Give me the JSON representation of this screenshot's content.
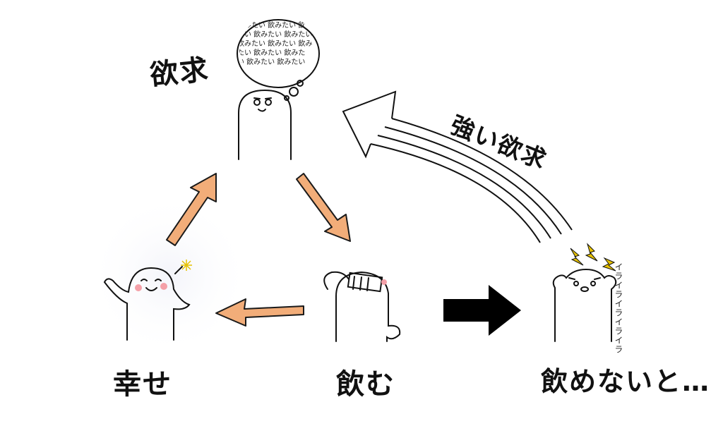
{
  "labels": {
    "desire": "欲求",
    "strong_desire": "強い欲求",
    "happy": "幸せ",
    "drink": "飲む",
    "cant_drink": "飲めないと…",
    "irritation": "イライライライライラ"
  },
  "thought_bubble": {
    "lines": [
      "飲みたい 飲みたい 飲",
      "たい 飲みたい 飲みたい",
      "飲みたい 飲みたい 飲み",
      "たい 飲みたい 飲みた",
      "い 飲みたい 飲みたい"
    ]
  },
  "colors": {
    "cycle_arrow": "#f2ad79",
    "cycle_arrow_outline": "#1a1a1a",
    "black_arrow": "#000000",
    "blush": "#f4a0a8",
    "lightning": "#e6c100",
    "glow": "#eef0f8"
  }
}
